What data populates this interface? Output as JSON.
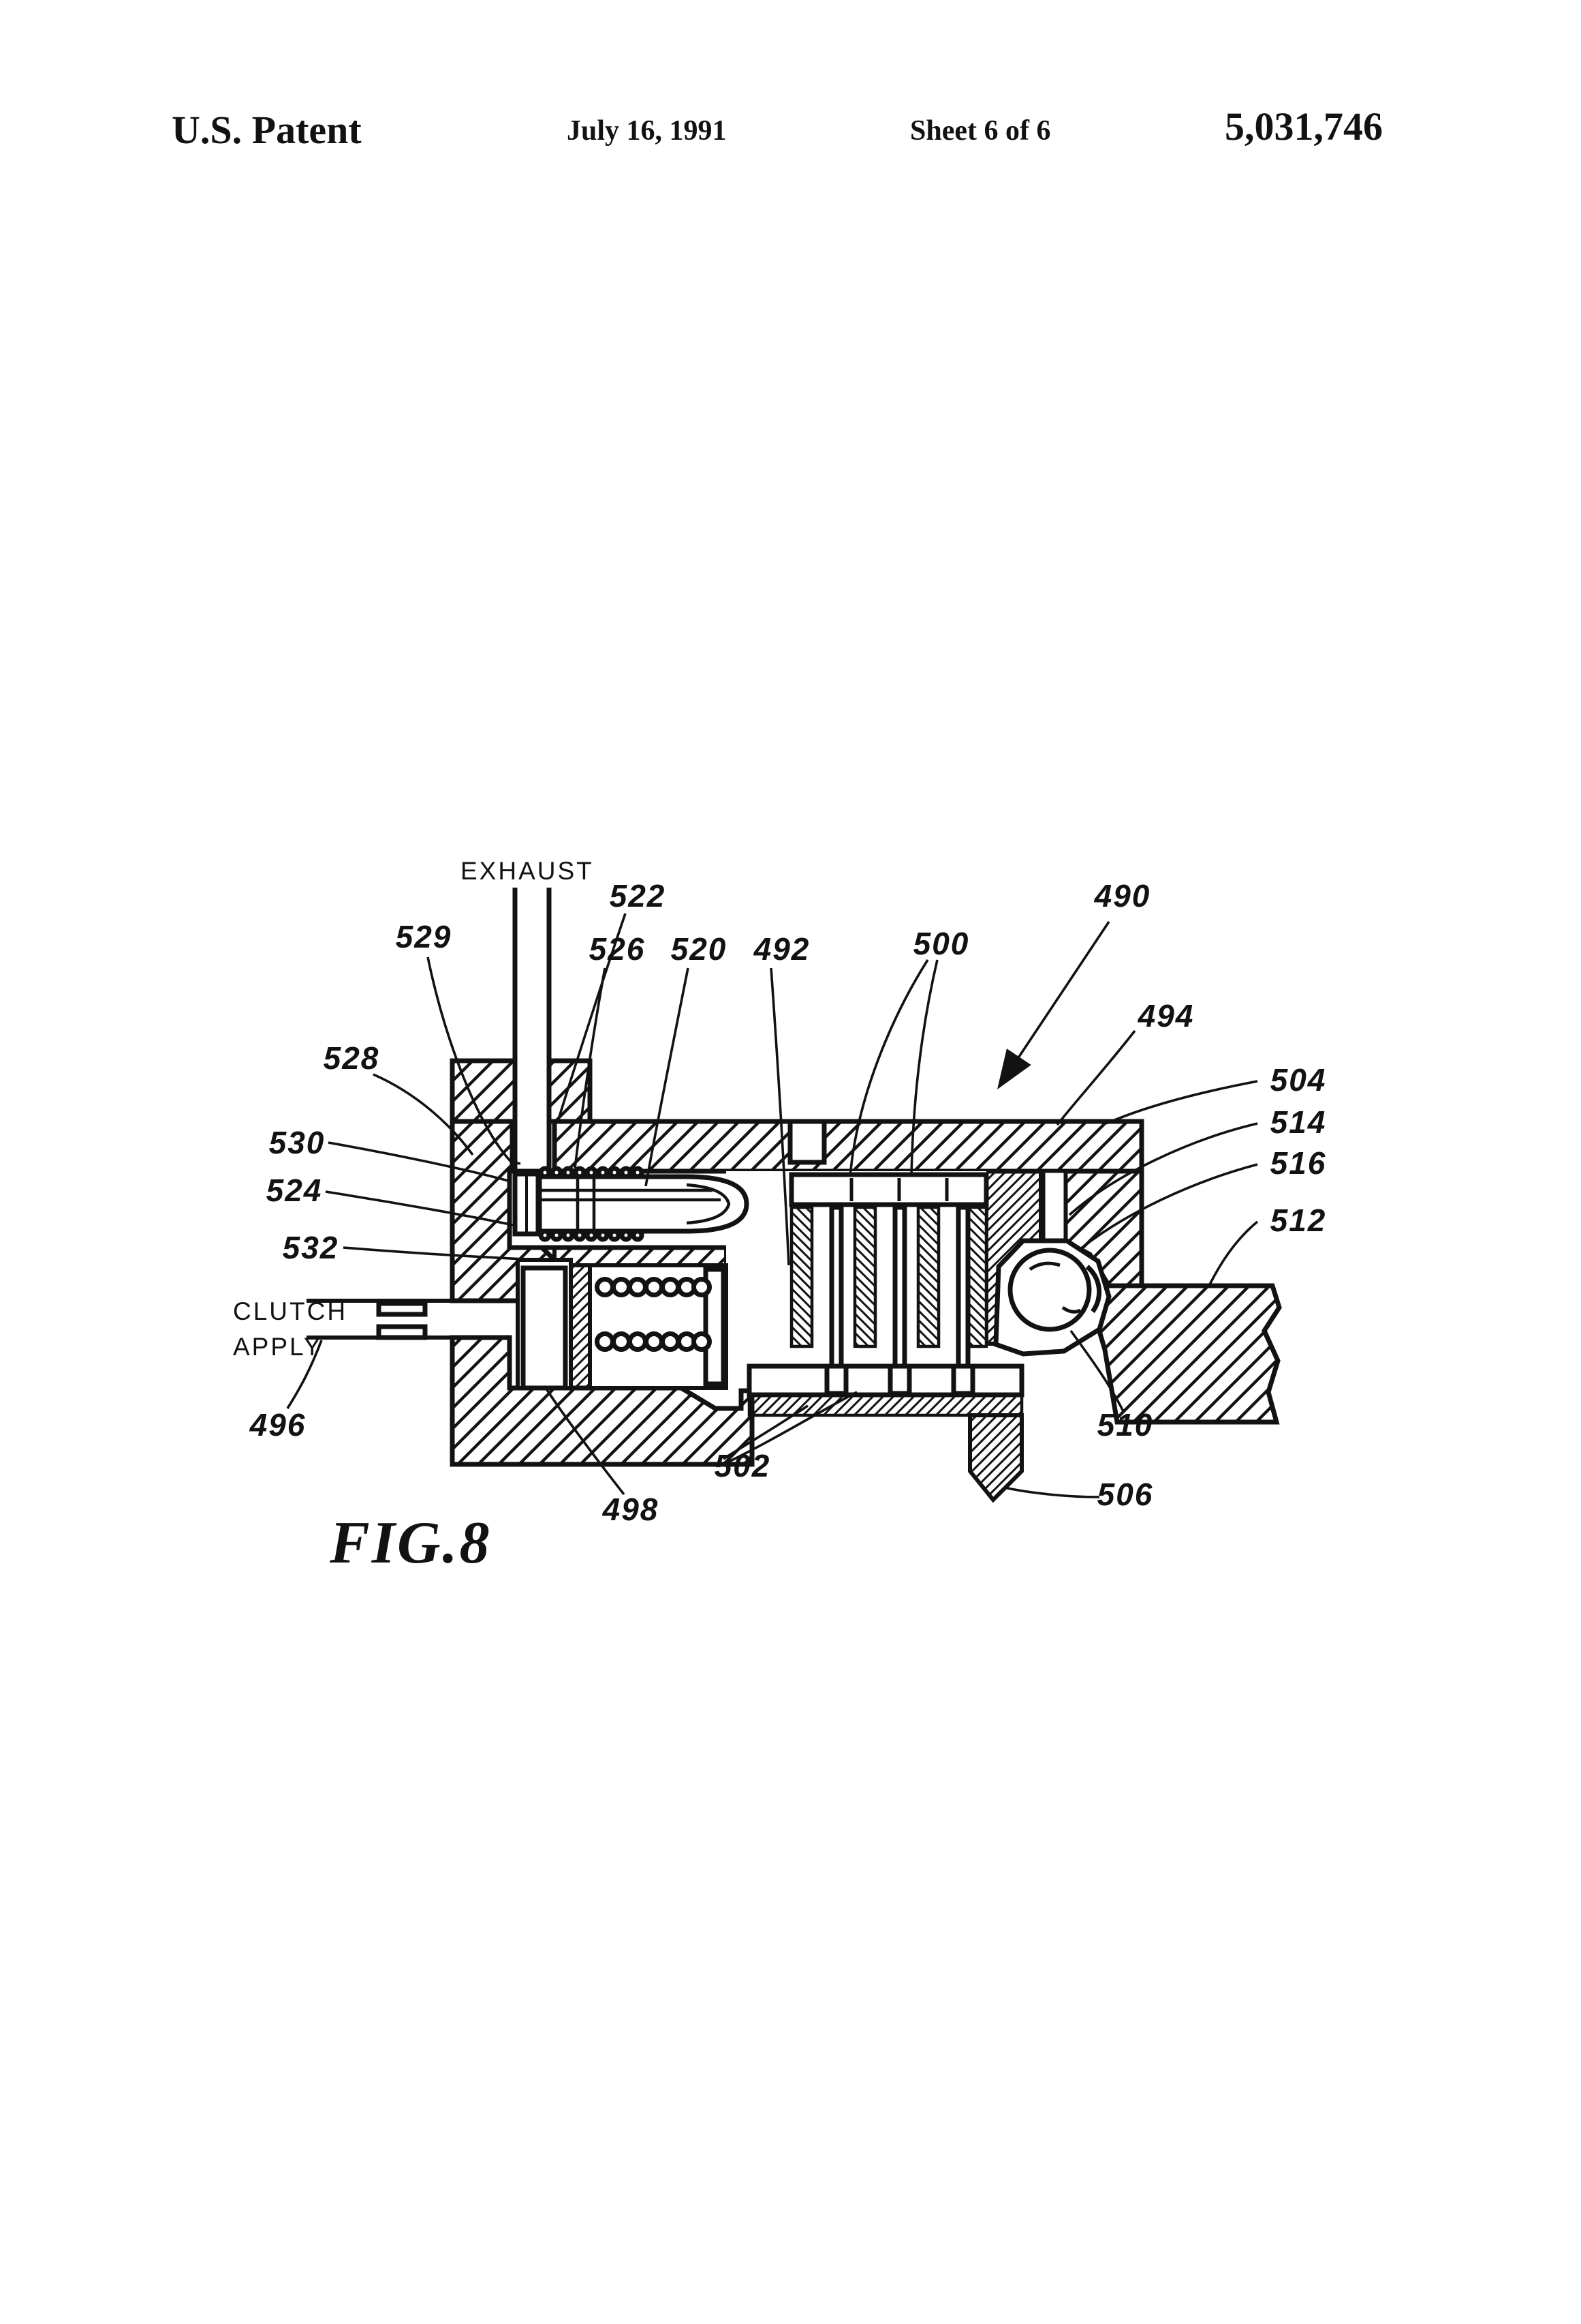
{
  "colors": {
    "paper": "#ffffff",
    "ink": "#121212"
  },
  "header": {
    "title": "U.S. Patent",
    "date": "July 16, 1991",
    "sheet": "Sheet 6 of 6",
    "patent_number": "5,031,746"
  },
  "figure": {
    "caption": "FIG.8",
    "ports": {
      "exhaust": "EXHAUST",
      "clutch_line1": "CLUTCH",
      "clutch_line2": "APPLY"
    },
    "labels": [
      {
        "text": "522"
      },
      {
        "text": "529"
      },
      {
        "text": "526"
      },
      {
        "text": "520"
      },
      {
        "text": "492"
      },
      {
        "text": "500"
      },
      {
        "text": "490"
      },
      {
        "text": "494"
      },
      {
        "text": "528"
      },
      {
        "text": "530"
      },
      {
        "text": "524"
      },
      {
        "text": "532"
      },
      {
        "text": "504"
      },
      {
        "text": "514"
      },
      {
        "text": "516"
      },
      {
        "text": "512"
      },
      {
        "text": "496"
      },
      {
        "text": "502"
      },
      {
        "text": "498"
      },
      {
        "text": "510"
      },
      {
        "text": "506"
      }
    ]
  }
}
